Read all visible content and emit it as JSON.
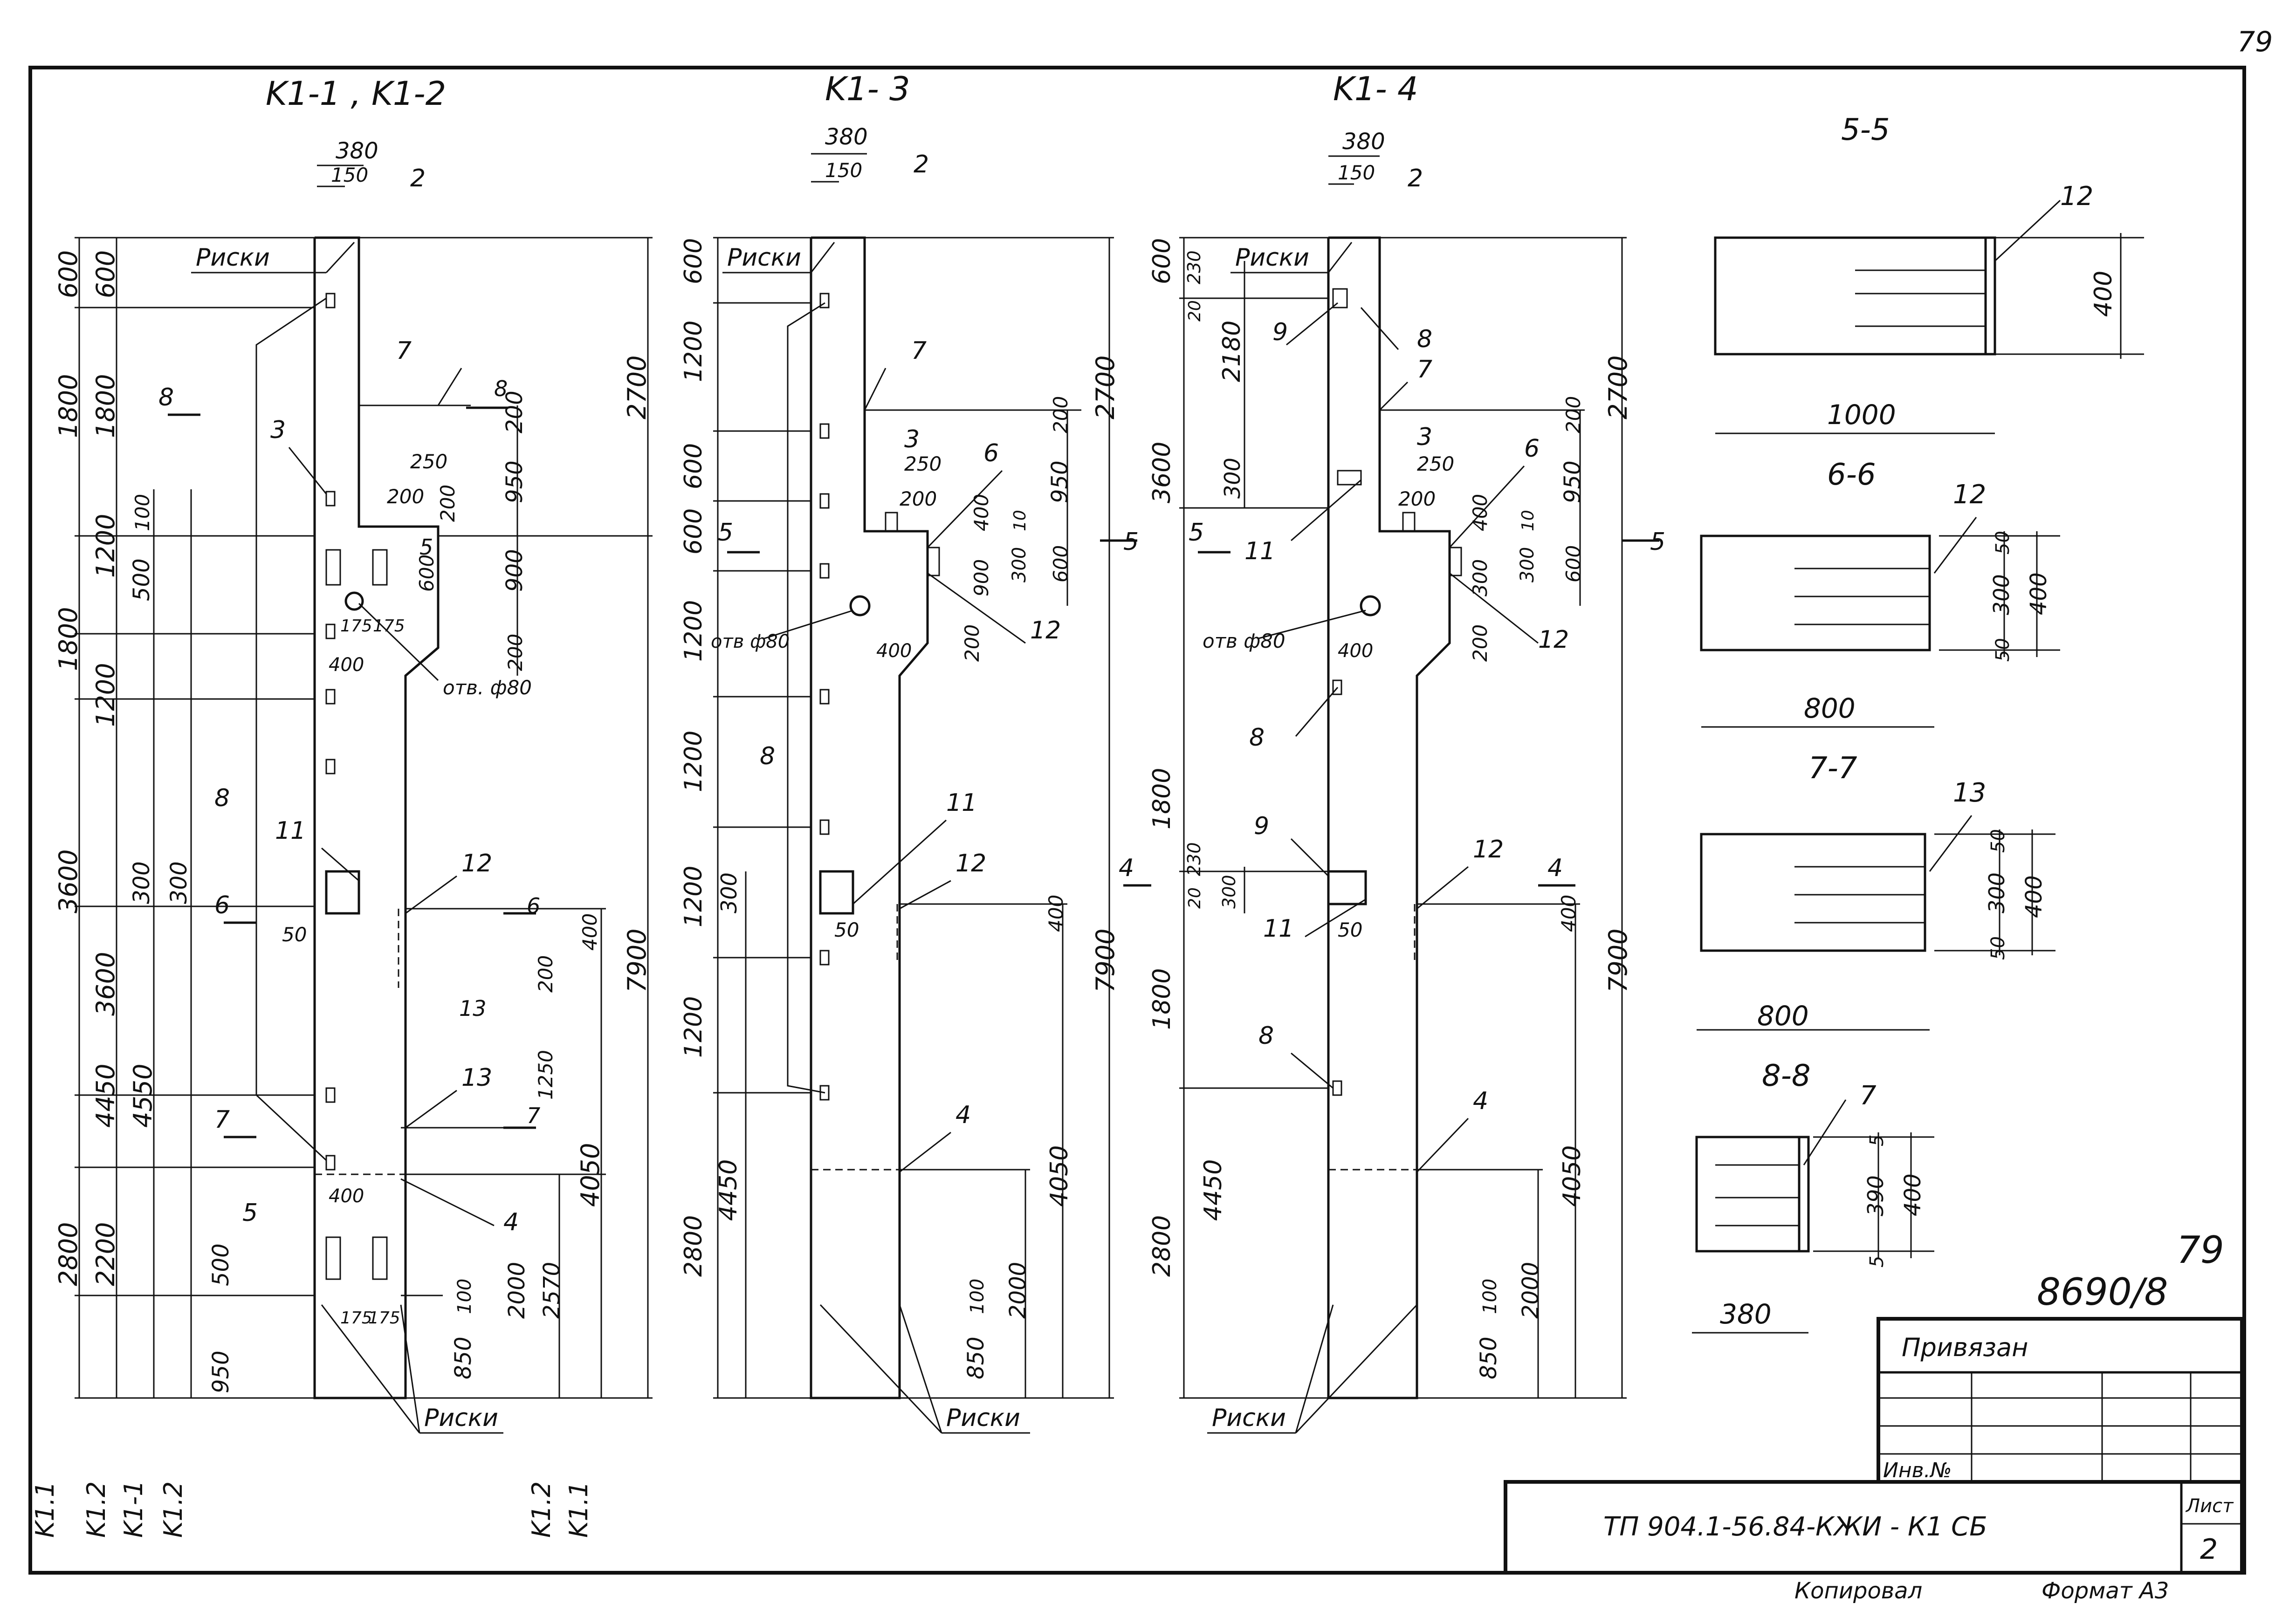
{
  "page_number": "79",
  "titles": {
    "col_a": "K1-1 , K1-2",
    "col_b": "K1- 3",
    "col_c": "K1- 4"
  },
  "col_a": {
    "top_dims": [
      "380",
      "150"
    ],
    "left_dims": [
      "600",
      "1800",
      "1800",
      "3600",
      "2800",
      "600",
      "1800",
      "1200",
      "1200",
      "3600",
      "4450",
      "2200",
      "100",
      "500",
      "300",
      "300",
      "4550",
      "500",
      "950"
    ],
    "right_dims": [
      "2700",
      "250",
      "200",
      "200",
      "950",
      "900",
      "200",
      "200",
      "7900",
      "400",
      "200",
      "1250",
      "4050",
      "2000",
      "2570",
      "850",
      "100",
      "50",
      "600",
      "175",
      "175",
      "400",
      "175",
      "175",
      "400"
    ],
    "callouts": [
      "2",
      "7",
      "3",
      "5",
      "8",
      "11",
      "12",
      "13",
      "13",
      "4",
      "5",
      "отв. ф80"
    ],
    "section_marks": [
      "8",
      "8",
      "6",
      "6",
      "7",
      "7"
    ],
    "riski": [
      "Риски",
      "Риски"
    ],
    "bottom_labels": [
      "K1.1",
      "K1.2",
      "K1-1",
      "K1.2",
      "K1.2",
      "K1.1"
    ]
  },
  "col_b": {
    "top_dims": [
      "380",
      "150"
    ],
    "left_dims": [
      "600",
      "1200",
      "600",
      "600",
      "1200",
      "1200",
      "300",
      "1200",
      "1200",
      "4450",
      "2800"
    ],
    "right_dims": [
      "2700",
      "200",
      "950",
      "250",
      "200",
      "400",
      "10",
      "600",
      "900",
      "300",
      "200",
      "400",
      "7900",
      "4050",
      "2000",
      "100",
      "850",
      "50",
      "400"
    ],
    "callouts": [
      "2",
      "7",
      "3",
      "6",
      "12",
      "8",
      "11",
      "12",
      "4",
      "отв ф80"
    ],
    "section_marks": [
      "5",
      "5"
    ],
    "riski": [
      "Риски",
      "Риски"
    ]
  },
  "col_c": {
    "top_dims": [
      "380",
      "150"
    ],
    "left_dims": [
      "600",
      "230",
      "20",
      "2180",
      "3600",
      "300",
      "1800",
      "230",
      "20",
      "300",
      "1800",
      "4450",
      "2800"
    ],
    "right_dims": [
      "2700",
      "200",
      "950",
      "250",
      "200",
      "400",
      "300",
      "10",
      "600",
      "300",
      "200",
      "400",
      "7900",
      "4050",
      "2000",
      "100",
      "850",
      "50",
      "400"
    ],
    "callouts": [
      "2",
      "8",
      "9",
      "7",
      "3",
      "11",
      "6",
      "12",
      "8",
      "9",
      "11",
      "12",
      "8",
      "4",
      "отв ф80"
    ],
    "section_marks": [
      "5",
      "5",
      "4",
      "4"
    ],
    "riski": [
      "Риски",
      "Риски"
    ]
  },
  "sections": {
    "s55": {
      "title": "5-5",
      "width": "1000",
      "height": "400",
      "callout": "12"
    },
    "s66": {
      "title": "6-6",
      "width": "800",
      "height": "400",
      "dims": [
        "50",
        "300",
        "50"
      ],
      "callout": "12"
    },
    "s77": {
      "title": "7-7",
      "width": "800",
      "height": "400",
      "dims": [
        "50",
        "300",
        "50"
      ],
      "callout": "13"
    },
    "s88": {
      "title": "8-8",
      "width": "380",
      "height": "400",
      "dims": [
        "5",
        "390",
        "5"
      ],
      "callout": "7"
    }
  },
  "stamp": {
    "handwritten_num": "79",
    "handwritten_code": "8690/8",
    "privyazan": "Привязан",
    "inv_no": "Инв.№",
    "doc_code": "ТП 904.1-56.84-КЖИ - К1 СБ",
    "list_label": "Лист",
    "list_no": "2",
    "kopiroval": "Копировал",
    "format": "Формат А3"
  }
}
